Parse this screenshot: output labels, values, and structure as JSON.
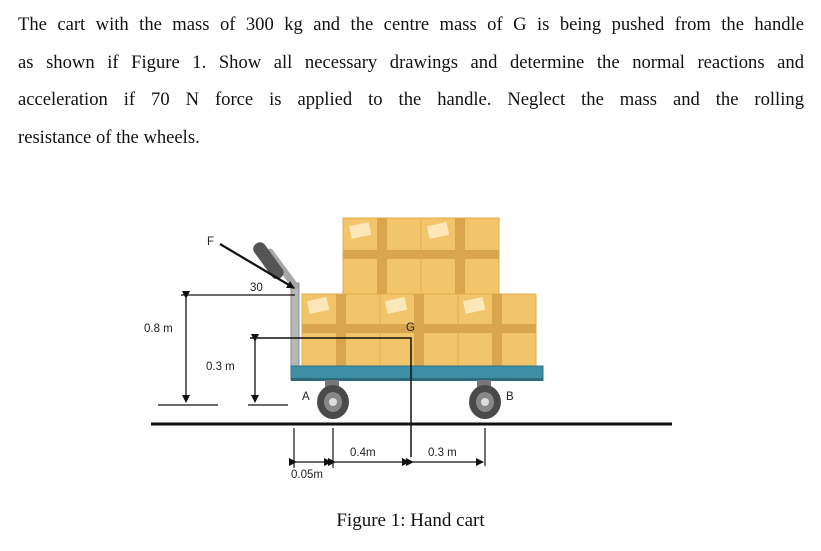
{
  "problem": {
    "lines": [
      "The cart with the mass of 300 kg and the centre mass of G is being pushed from the handle",
      "as shown if Figure 1. Show all necessary drawings and determine the normal reactions and",
      "acceleration if 70 N force is applied to the handle. Neglect the mass and the rolling",
      "resistance of the wheels."
    ]
  },
  "figure": {
    "labels": {
      "force": "F",
      "angle": "30",
      "height_handle": "0.8 m",
      "height_g": "0.3 m",
      "point_a": "A",
      "point_b": "B",
      "point_g": "G",
      "dim_a_handle": "0.05m",
      "dim_handle_g": "0.4m",
      "dim_g_b": "0.3 m"
    },
    "caption": "Figure 1: Hand cart"
  },
  "colors": {
    "box_face": "#f2c56a",
    "box_shade": "#e2ad4f",
    "tape": "#c99440",
    "cart_deck": "#3e8fa6",
    "wheel": "#4a4a4a",
    "ground": "#111111"
  }
}
